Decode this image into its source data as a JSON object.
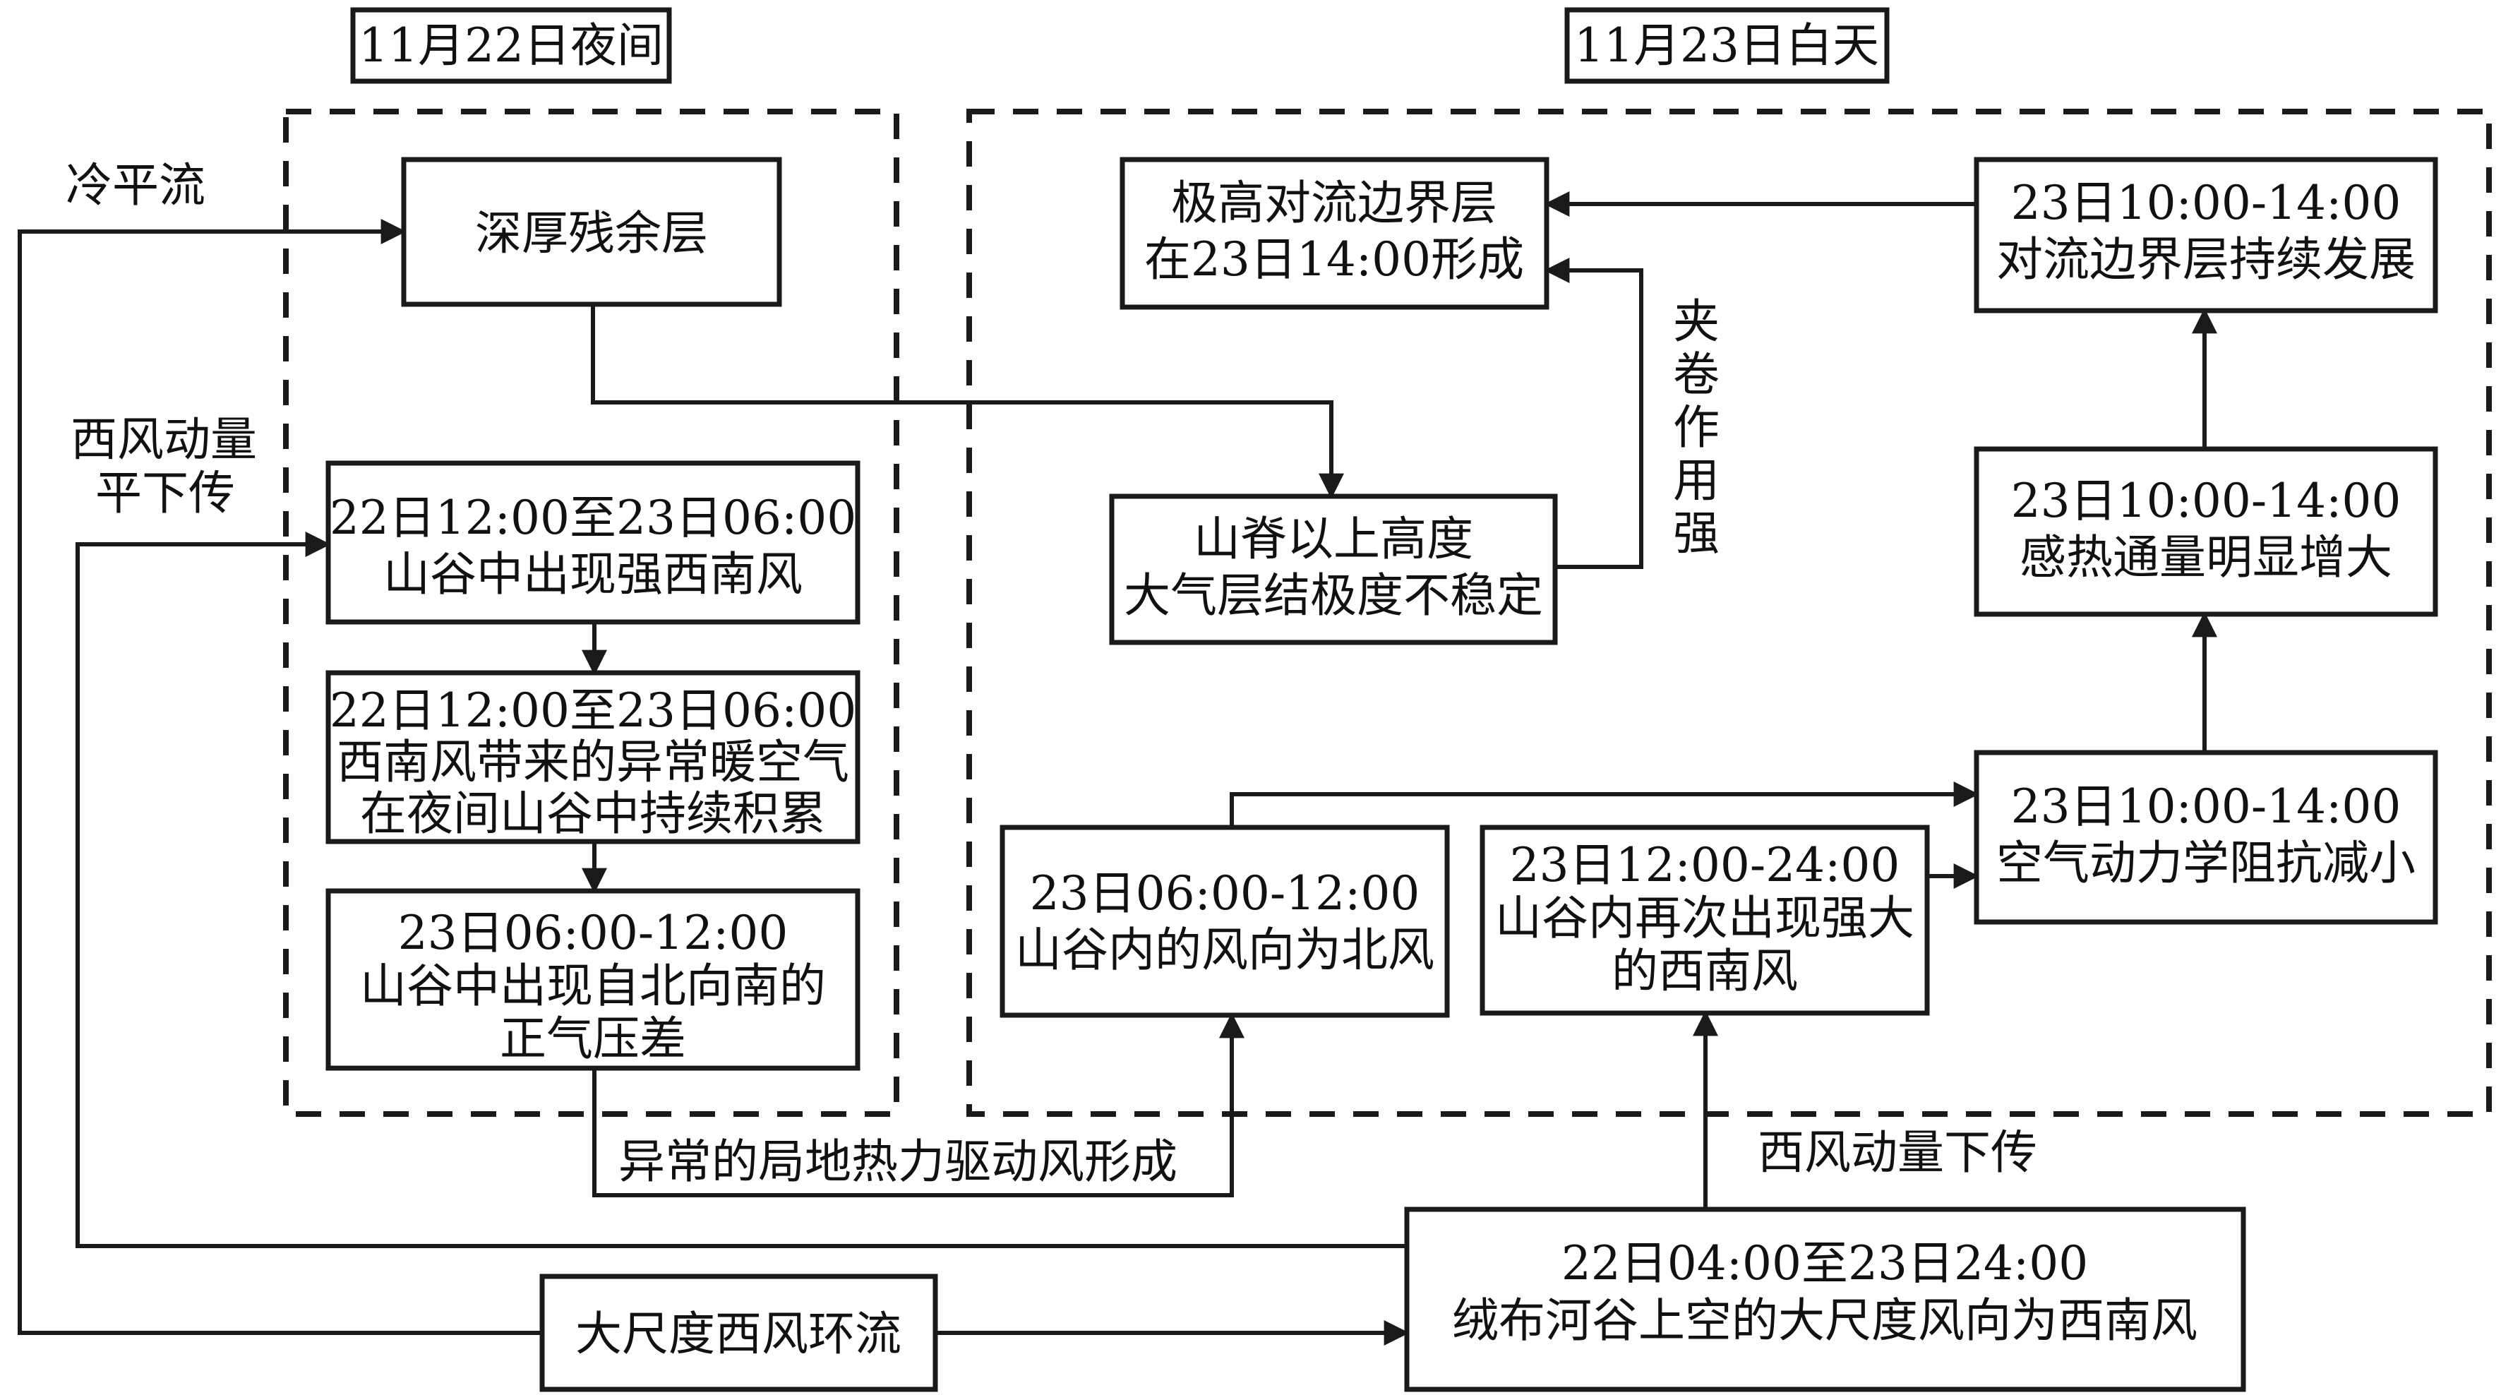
{
  "headers": {
    "night": "11月22日夜间",
    "day": "11月23日白天"
  },
  "side_labels": {
    "cold_advection": "冷平流",
    "westerly_momentum_flat_l1": "西风动量",
    "westerly_momentum_flat_l2": "平下传",
    "entrainment": "夹卷作用强",
    "westerly_momentum_down": "西风动量下传"
  },
  "boxes": {
    "residual_layer": [
      "深厚残余层"
    ],
    "sw_wind_valley": [
      "22日12:00至23日06:00",
      "山谷中出现强西南风"
    ],
    "warm_air": [
      "22日12:00至23日06:00",
      "西南风带来的异常暖空气",
      "在夜间山谷中持续积累"
    ],
    "pressure_diff": [
      "23日06:00-12:00",
      "山谷中出现自北向南的",
      "正气压差"
    ],
    "thermal_wind": [
      "异常的局地热力驱动风形成"
    ],
    "large_scale_circ": [
      "大尺度西风环流"
    ],
    "large_scale_sw": [
      "22日04:00至23日24:00",
      "绒布河谷上空的大尺度风向为西南风"
    ],
    "north_wind": [
      "23日06:00-12:00",
      "山谷内的风向为北风"
    ],
    "sw_again": [
      "23日12:00-24:00",
      "山谷内再次出现强大",
      "的西南风"
    ],
    "aero_resist": [
      "23日10:00-14:00",
      "空气动力学阻抗减小"
    ],
    "sensible_heat": [
      "23日10:00-14:00",
      "感热通量明显增大"
    ],
    "cbl_develop": [
      "23日10:00-14:00",
      "对流边界层持续发展"
    ],
    "high_cbl": [
      "极高对流边界层",
      "在23日14:00形成"
    ],
    "unstable": [
      "山脊以上高度",
      "大气层结极度不稳定"
    ]
  }
}
